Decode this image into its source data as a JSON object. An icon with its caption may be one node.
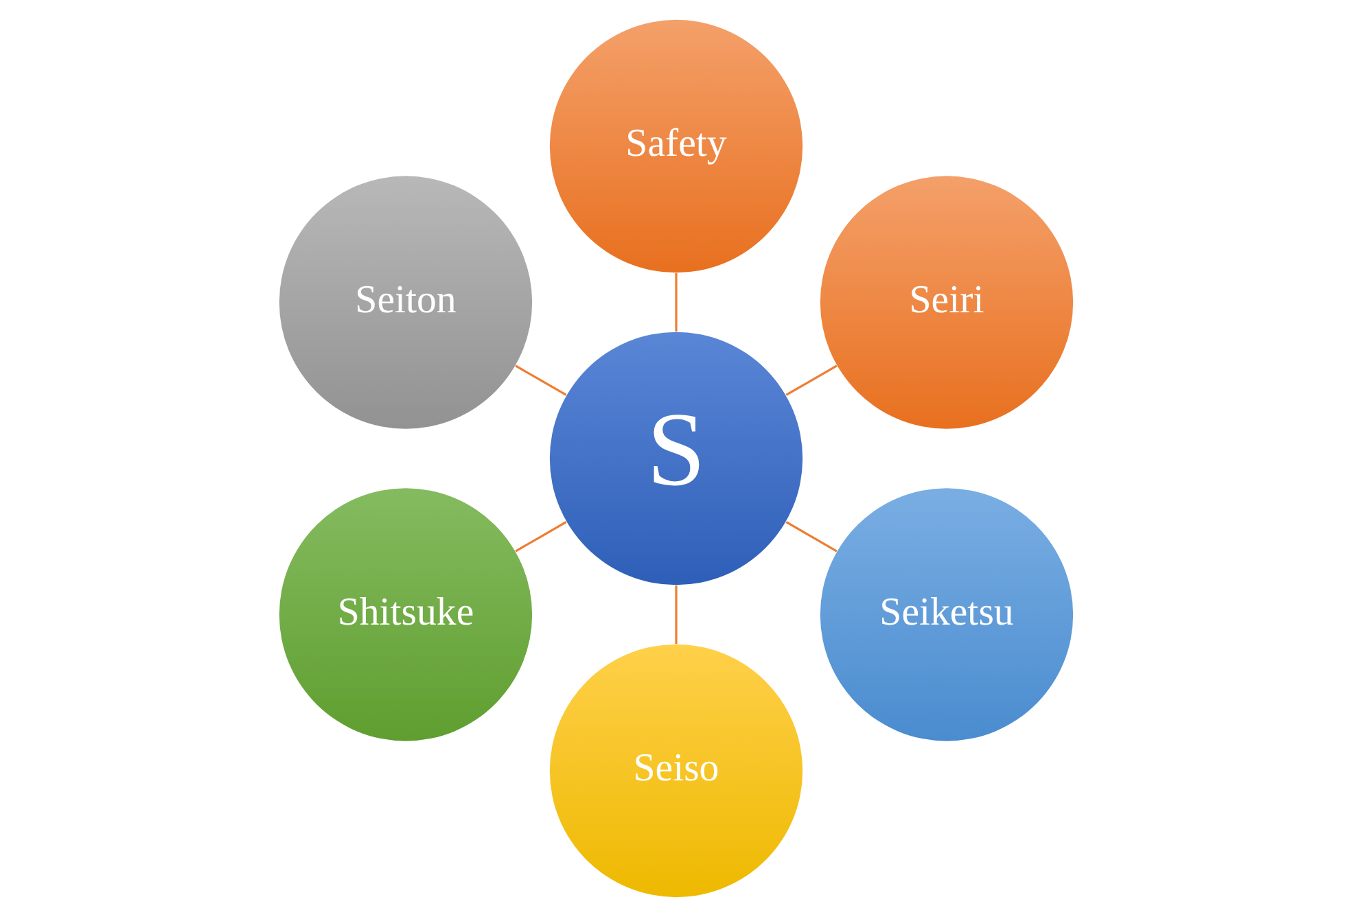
{
  "diagram": {
    "nodes": [
      {
        "text": [
          "Seiri"
        ]
      },
      {
        "text": [
          "Safety"
        ]
      },
      {
        "text": [
          "Seiton"
        ]
      },
      {
        "text": [
          "S"
        ]
      },
      {
        "text": [
          "Shitsuke"
        ]
      },
      {
        "text": [
          "Seiso"
        ]
      },
      {
        "text": [
          "Seiketsu"
        ]
      }
    ],
    "edges": [
      {
        "from": 3,
        "to": 0,
        "arrow": "none"
      },
      {
        "from": 3,
        "to": 2,
        "arrow": "none"
      },
      {
        "from": 3,
        "to": 5,
        "arrow": "none"
      },
      {
        "from": 3,
        "to": 6,
        "arrow": "none"
      },
      {
        "from": 3,
        "to": 4,
        "arrow": "none"
      },
      {
        "from": 3,
        "to": 1,
        "arrow": "none"
      }
    ]
  }
}
